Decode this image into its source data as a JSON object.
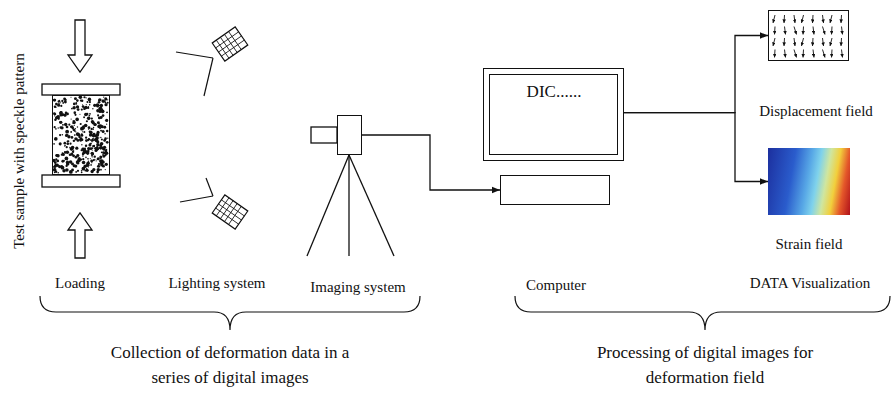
{
  "diagram": {
    "nodes": [
      {
        "text": [
          "Test sample with speckle pattern"
        ]
      },
      {
        "text": [
          "Imaging system"
        ]
      },
      {
        "text": [
          "DIC......"
        ]
      },
      {
        "text": [
          "Computer"
        ]
      },
      {
        "text": [
          "Displacement field"
        ]
      },
      {
        "text": [
          "Strain field"
        ]
      }
    ],
    "edges": [
      {
        "from": 1,
        "to": 3,
        "arrow": "to"
      },
      {
        "from": 2,
        "to": 4,
        "arrow": "to"
      },
      {
        "from": 2,
        "to": 5,
        "arrow": "to"
      }
    ],
    "labels": [
      "Loading",
      "Lighting system",
      "DATA Visualization",
      "Collection of deformation data in a series of digital images",
      "Processing of digital images for deformation field"
    ]
  }
}
